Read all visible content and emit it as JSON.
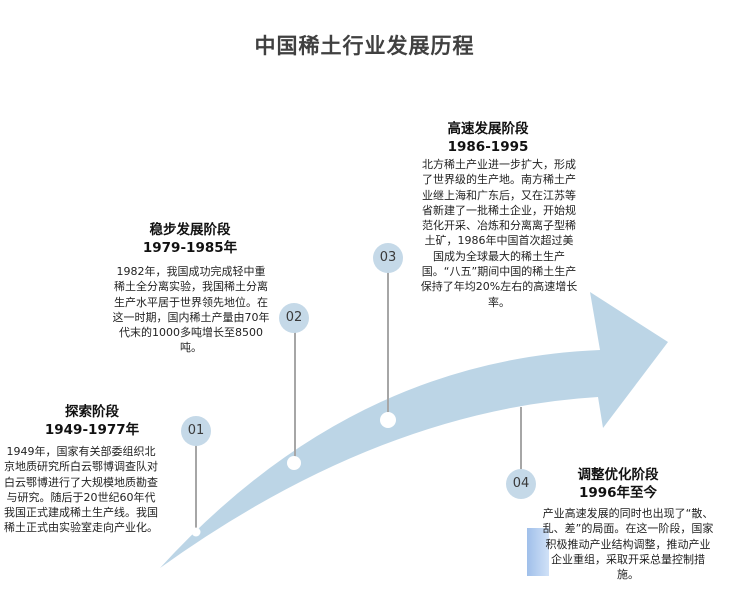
{
  "title": "中国稀土行业发展历程",
  "colors": {
    "arrow": "#bcd5e6",
    "circle": "#c5d9e8",
    "line": "#a6a6a6"
  },
  "stages": [
    {
      "num": "01",
      "name": "探索阶段",
      "period": "1949-1977年",
      "desc": "1949年，国家有关部委组织北京地质研究所白云鄂博调查队对白云鄂博进行了大规模地质勘查与研究。随后于20世纪60年代我国正式建成稀土生产线。我国稀土正式由实验室走向产业化。"
    },
    {
      "num": "02",
      "name": "稳步发展阶段",
      "period": "1979-1985年",
      "desc": "1982年，我国成功完成轻中重稀土全分离实验，我国稀土分离生产水平居于世界领先地位。在这一时期，国内稀土产量由70年代末的1000多吨增长至8500吨。"
    },
    {
      "num": "03",
      "name": "高速发展阶段",
      "period": "1986-1995",
      "desc": "北方稀土产业进一步扩大，形成了世界级的生产地。南方稀土产业继上海和广东后，又在江苏等省新建了一批稀土企业，开始规范化开采、冶炼和分离离子型稀土矿，1986年中国首次超过美国成为全球最大的稀土生产国。“八五”期间中国的稀土生产保持了年均20%左右的高速增长率。"
    },
    {
      "num": "04",
      "name": "调整优化阶段",
      "period": "1996年至今",
      "desc": "产业高速发展的同时也出现了“散、乱、差”的局面。在这一阶段，国家积极推动产业结构调整，推动产业企业重组，采取开采总量控制措施。"
    }
  ]
}
